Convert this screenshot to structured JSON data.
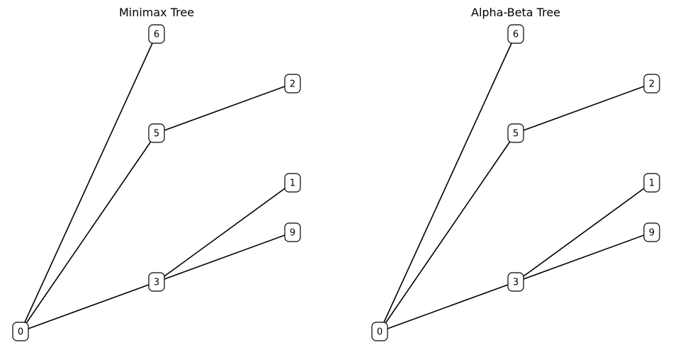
{
  "diagrams": [
    {
      "title": "Minimax Tree",
      "nodes": [
        {
          "id": "root",
          "label": "0"
        },
        {
          "id": "a",
          "label": "6"
        },
        {
          "id": "b",
          "label": "5"
        },
        {
          "id": "c",
          "label": "3"
        },
        {
          "id": "b1",
          "label": "2"
        },
        {
          "id": "c1",
          "label": "1"
        },
        {
          "id": "c2",
          "label": "9"
        }
      ],
      "edges": [
        {
          "from": "root",
          "to": "a"
        },
        {
          "from": "root",
          "to": "b"
        },
        {
          "from": "root",
          "to": "c"
        },
        {
          "from": "b",
          "to": "b1"
        },
        {
          "from": "c",
          "to": "c1"
        },
        {
          "from": "c",
          "to": "c2"
        }
      ]
    },
    {
      "title": "Alpha-Beta Tree",
      "nodes": [
        {
          "id": "root",
          "label": "0"
        },
        {
          "id": "a",
          "label": "6"
        },
        {
          "id": "b",
          "label": "5"
        },
        {
          "id": "c",
          "label": "3"
        },
        {
          "id": "b1",
          "label": "2"
        },
        {
          "id": "c1",
          "label": "1"
        },
        {
          "id": "c2",
          "label": "9"
        }
      ],
      "edges": [
        {
          "from": "root",
          "to": "a"
        },
        {
          "from": "root",
          "to": "b"
        },
        {
          "from": "root",
          "to": "c"
        },
        {
          "from": "b",
          "to": "b1"
        },
        {
          "from": "c",
          "to": "c1"
        },
        {
          "from": "c",
          "to": "c2"
        }
      ]
    }
  ]
}
